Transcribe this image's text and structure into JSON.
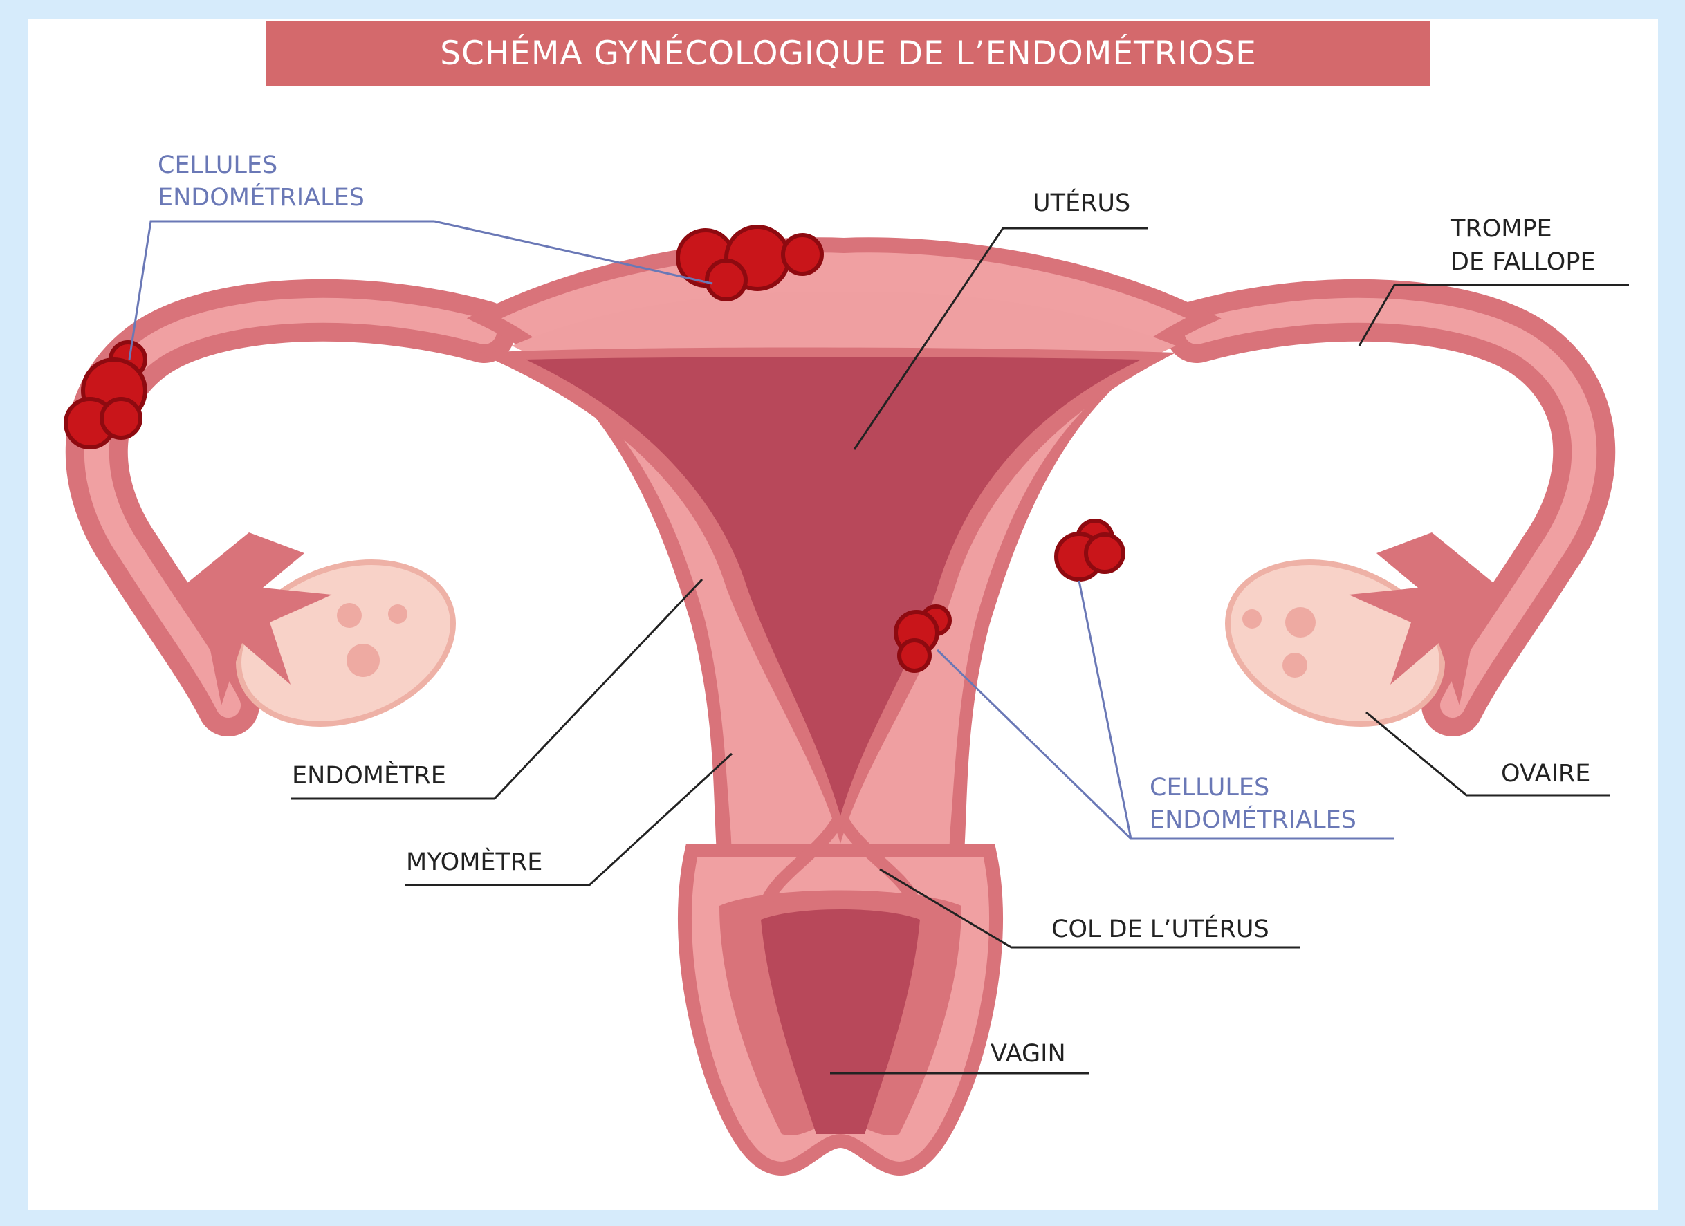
{
  "title": "SCHÉMA GYNÉCOLOGIQUE DE L’ENDOMÉTRIOSE",
  "labels": {
    "cellules_top_line1": "CELLULES",
    "cellules_top_line2": "ENDOMÉTRIALES",
    "uterus": "UTÉRUS",
    "trompe_line1": "TROMPE",
    "trompe_line2": "DE FALLOPE",
    "endometre": "ENDOMÈTRE",
    "myometre": "MYOMÈTRE",
    "cellules_bottom_line1": "CELLULES",
    "cellules_bottom_line2": "ENDOMÉTRIALES",
    "ovaire": "OVAIRE",
    "col": "COL DE L’UTÉRUS",
    "vagin": "VAGIN"
  },
  "colors": {
    "background": "#d6ebfb",
    "banner": "#d4696c",
    "tissue_outer": "#d9737a",
    "tissue_light": "#f2a0a2",
    "cavity": "#b8485a",
    "ovary": "#f8d2c8",
    "lesion": "#c9151a",
    "blue_label": "#6a78b6",
    "black_label": "#222222"
  }
}
